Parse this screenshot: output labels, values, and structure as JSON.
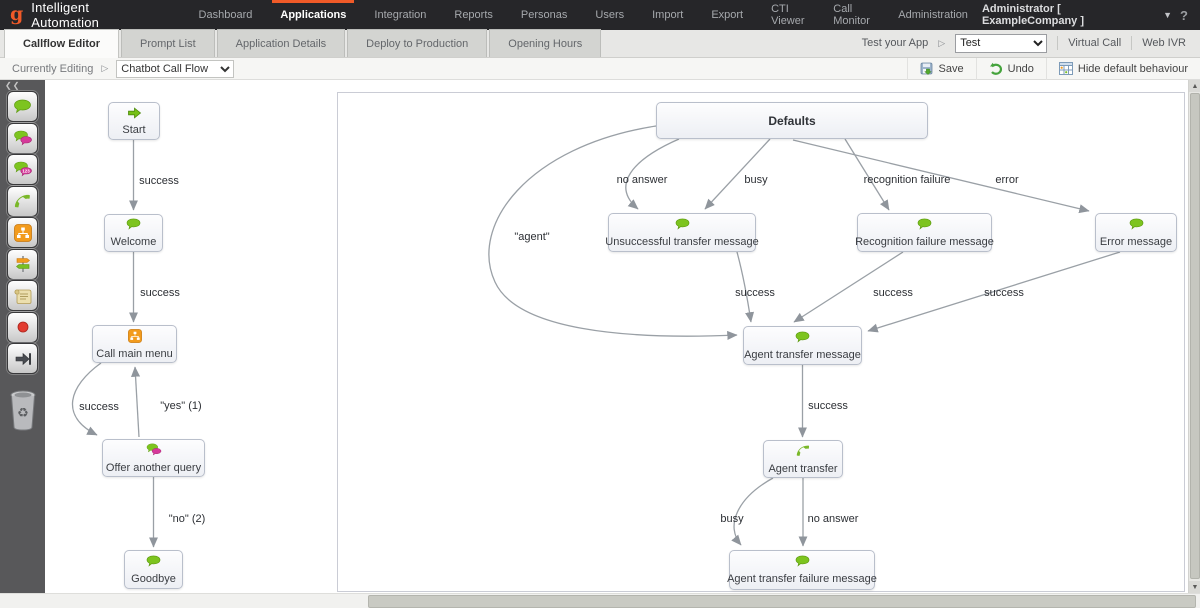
{
  "navbar": {
    "brand": "Intelligent Automation",
    "items": [
      "Dashboard",
      "Applications",
      "Integration",
      "Reports",
      "Personas",
      "Users",
      "Import",
      "Export",
      "CTI Viewer",
      "Call Monitor",
      "Administration"
    ],
    "active_item": "Applications",
    "user_label": "Administrator [ ExampleCompany ]",
    "help_label": "?"
  },
  "tabbar": {
    "tabs": [
      "Callflow Editor",
      "Prompt List",
      "Application Details",
      "Deploy to Production",
      "Opening Hours"
    ],
    "active_tab": "Callflow Editor",
    "test_your_app_label": "Test your App",
    "test_app_selected": "Test",
    "virtual_call_label": "Virtual Call",
    "web_ivr_label": "Web IVR"
  },
  "toolbar": {
    "currently_editing_label": "Currently Editing",
    "flow_selected": "Chatbot Call Flow",
    "save_label": "Save",
    "undo_label": "Undo",
    "hide_default_label": "Hide default behaviour"
  },
  "palette": {
    "tools": [
      "message",
      "multiple-choice",
      "numeric-input",
      "call-transfer",
      "menu",
      "decision",
      "script",
      "record",
      "exit"
    ],
    "trash": "trash"
  },
  "canvas": {
    "nodes": [
      {
        "label": "Start",
        "icon": "start-arrow"
      },
      {
        "label": "Welcome",
        "icon": "message-bubble"
      },
      {
        "label": "Call main menu",
        "icon": "menu"
      },
      {
        "label": "Offer another query",
        "icon": "multiple-choice"
      },
      {
        "label": "Goodbye",
        "icon": "message-bubble"
      },
      {
        "label": "Defaults",
        "icon": "none"
      },
      {
        "label": "Unsuccessful transfer message",
        "icon": "message-bubble"
      },
      {
        "label": "Recognition failure message",
        "icon": "message-bubble"
      },
      {
        "label": "Error message",
        "icon": "message-bubble"
      },
      {
        "label": "Agent transfer message",
        "icon": "message-bubble"
      },
      {
        "label": "Agent transfer",
        "icon": "phone"
      },
      {
        "label": "Agent transfer failure message",
        "icon": "message-bubble"
      }
    ],
    "edges": [
      {
        "label": "success"
      },
      {
        "label": "success"
      },
      {
        "label": "success"
      },
      {
        "label": "\"yes\" (1)"
      },
      {
        "label": "\"no\" (2)"
      },
      {
        "label": "no answer"
      },
      {
        "label": "busy"
      },
      {
        "label": "recognition failure"
      },
      {
        "label": "error"
      },
      {
        "label": "\"agent\""
      },
      {
        "label": "success"
      },
      {
        "label": "success"
      },
      {
        "label": "success"
      },
      {
        "label": "success"
      },
      {
        "label": "busy"
      },
      {
        "label": "no answer"
      }
    ]
  },
  "colors": {
    "accent_orange": "#f05a28",
    "bubble_green": "#7dc41f",
    "bubble_magenta": "#d6399b",
    "edge_gray": "#9aa0a6"
  }
}
